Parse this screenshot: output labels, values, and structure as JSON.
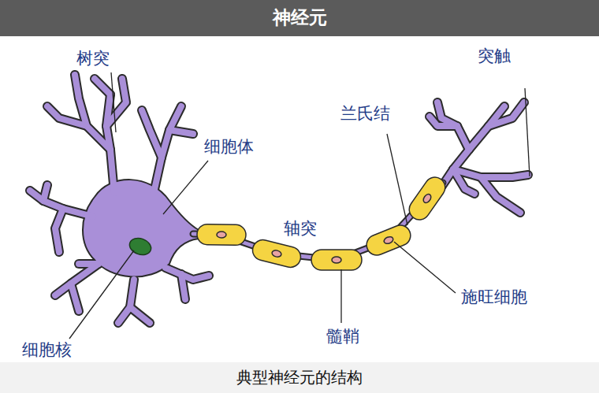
{
  "diagram": {
    "title": "神经元",
    "caption": "典型神经元的结构",
    "labels": [
      "树突",
      "突触",
      "兰氏结",
      "细胞体",
      "轴突",
      "施旺细胞",
      "髓鞘",
      "细胞核"
    ]
  }
}
